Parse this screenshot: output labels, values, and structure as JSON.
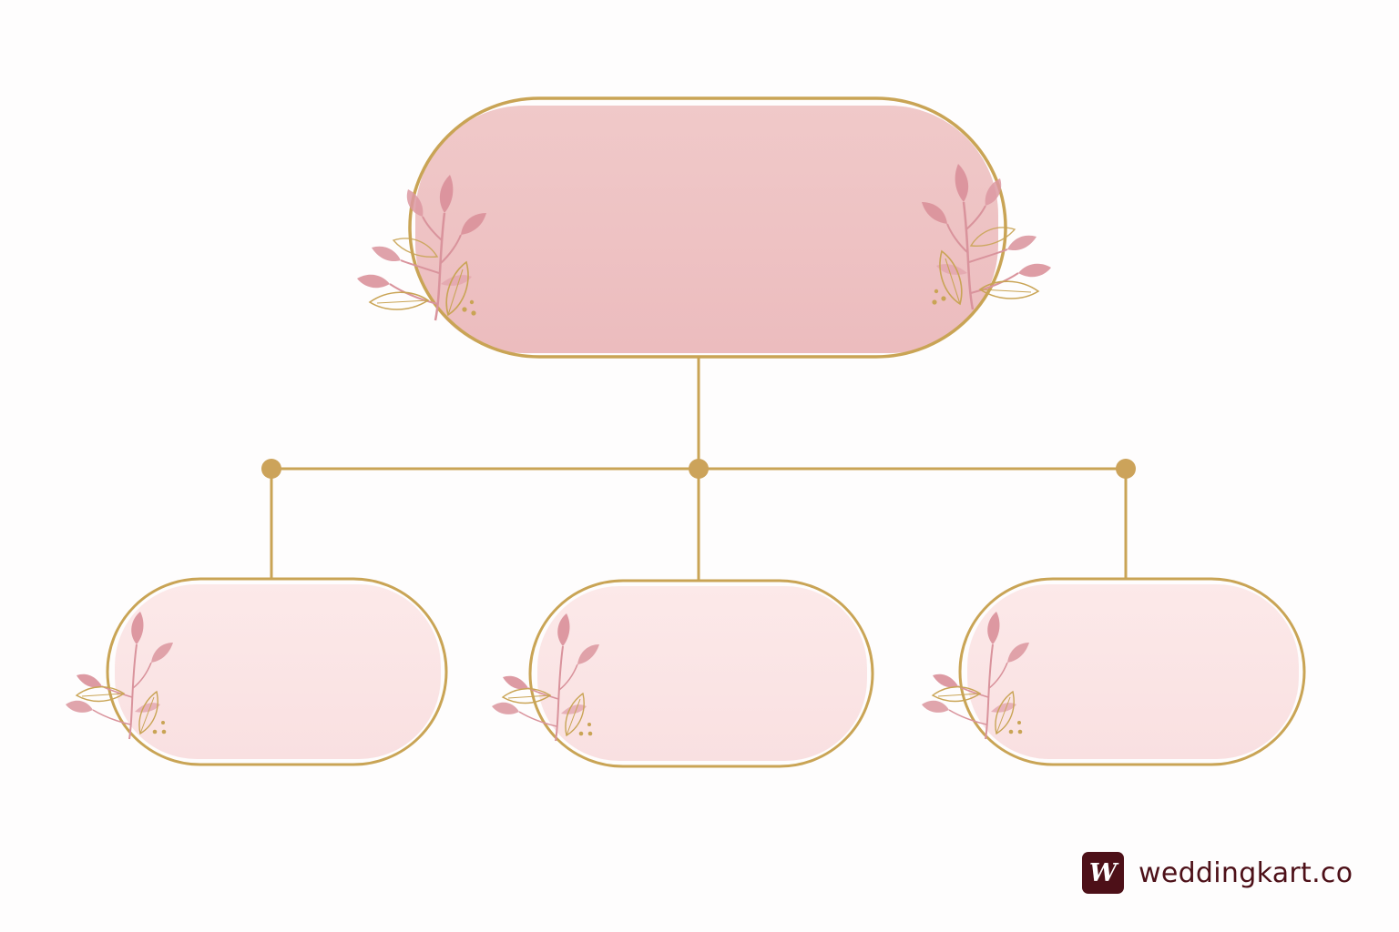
{
  "diagram": {
    "type": "hierarchy",
    "root": {
      "label": ""
    },
    "children": [
      {
        "label": ""
      },
      {
        "label": ""
      },
      {
        "label": ""
      }
    ]
  },
  "colors": {
    "gold": "#c9a455",
    "root_fill": "#efc6c6",
    "child_fill": "#fbe9e9",
    "leaf_pink": "#d98f99",
    "brand": "#4d1018"
  },
  "brand": {
    "logo_letter": "W",
    "text": "weddingkart.co"
  }
}
